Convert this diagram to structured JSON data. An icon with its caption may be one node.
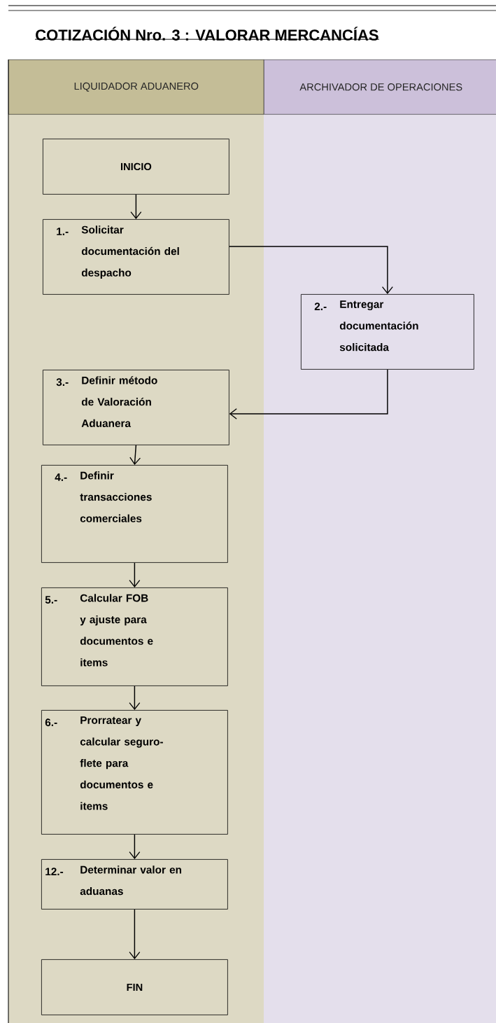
{
  "diagram": {
    "title": "COTIZACIÓN Nro. 3 : VALORAR MERCANCÍAS",
    "nodes": [
      {
        "text": [
          "LIQUIDADOR ADUANERO"
        ]
      },
      {
        "text": [
          "ARCHIVADOR DE OPERACIONES"
        ]
      },
      {
        "text": [
          "INICIO"
        ],
        "in": 0
      },
      {
        "text": [
          "1.-",
          "Solicitar documentación del despacho"
        ],
        "in": 0
      },
      {
        "text": [
          "2.-",
          "Entregar documentación solicitada"
        ],
        "in": 1
      },
      {
        "text": [
          "3.-",
          "Definir método de Valoración Aduanera"
        ],
        "in": 0
      },
      {
        "text": [
          "4.-",
          "Definir transacciones comerciales"
        ],
        "in": 0
      },
      {
        "text": [
          "5.-",
          "Calcular FOB y ajuste para documentos e items"
        ],
        "in": 0
      },
      {
        "text": [
          "6.-",
          "Prorratear y calcular seguro-flete para documentos e items"
        ],
        "in": 0
      },
      {
        "text": [
          "12.-",
          "Determinar valor en aduanas"
        ],
        "in": 0
      },
      {
        "text": [
          "FIN"
        ],
        "in": 0
      }
    ],
    "edges": [
      {
        "from": 2,
        "to": 3,
        "arrow": "to"
      },
      {
        "from": 3,
        "to": 4,
        "arrow": "to"
      },
      {
        "from": 4,
        "to": 5,
        "arrow": "to"
      },
      {
        "from": 5,
        "to": 6,
        "arrow": "to"
      },
      {
        "from": 6,
        "to": 7,
        "arrow": "to"
      },
      {
        "from": 7,
        "to": 8,
        "arrow": "to"
      },
      {
        "from": 8,
        "to": 9,
        "arrow": "to"
      },
      {
        "from": 9,
        "to": 10,
        "arrow": "to"
      }
    ]
  }
}
